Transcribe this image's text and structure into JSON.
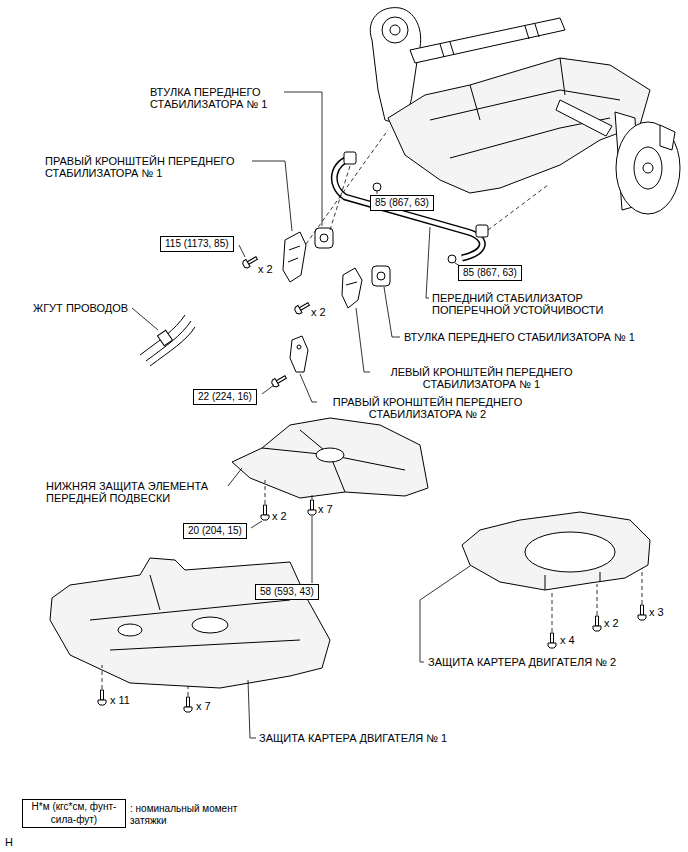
{
  "diagram": {
    "nodes": [
      {
        "text": [
          "85 (867, 63)"
        ]
      },
      {
        "text": [
          "115 (1173, 85)"
        ]
      },
      {
        "text": [
          "85 (867, 63)"
        ]
      },
      {
        "text": [
          "22 (224, 16)"
        ]
      },
      {
        "text": [
          "20 (204, 15)"
        ]
      },
      {
        "text": [
          "58 (593, 43)"
        ]
      },
      {
        "text": [
          "Н*м (кгс*см, фунт-сила-фут)"
        ]
      }
    ],
    "labels": [
      "ВТУЛКА ПЕРЕДНЕГО СТАБИЛИЗАТОРА № 1",
      "ПРАВЫЙ КРОНШТЕЙН ПЕРЕДНЕГО СТАБИЛИЗАТОРА № 1",
      "x 2",
      "ЖГУТ ПРОВОДОВ",
      "x 2",
      "ПЕРЕДНИЙ СТАБИЛИЗАТОР ПОПЕРЕЧНОЙ УСТОЙЧИВОСТИ",
      "ВТУЛКА ПЕРЕДНЕГО СТАБИЛИЗАТОРА № 1",
      "ЛЕВЫЙ КРОНШТЕЙН ПЕРЕДНЕГО СТАБИЛИЗАТОРА № 1",
      "ПРАВЫЙ КРОНШТЕЙН ПЕРЕДНЕГО СТАБИЛИЗАТОРА № 2",
      "НИЖНЯЯ ЗАЩИТА ЭЛЕМЕНТА ПЕРЕДНЕЙ ПОДВЕСКИ",
      "x 2",
      "x 7",
      "x 4",
      "x 2",
      "x 3",
      "ЗАЩИТА КАРТЕРА ДВИГАТЕЛЯ № 2",
      "x 11",
      "x 7",
      "ЗАЩИТА КАРТЕРА ДВИГАТЕЛЯ № 1",
      "H"
    ],
    "legend": [
      {
        "text": ": номинальный момент затяжки"
      }
    ]
  }
}
